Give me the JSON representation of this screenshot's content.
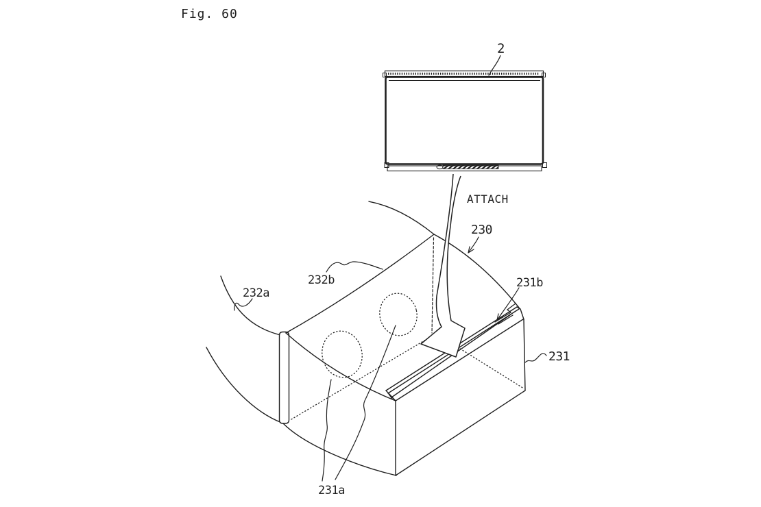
{
  "figure": {
    "caption": "Fig. 60",
    "type": "patent-line-drawing",
    "description_texts": {
      "action": "ATTACH"
    },
    "reference_numerals": {
      "device": "2",
      "goggle_body": "230",
      "holder_box": "231",
      "lens_openings": "231a",
      "slot_connector": "231b",
      "strap_band": "232a",
      "top_cover": "232b"
    },
    "colors": {
      "line": "#1f1f1f",
      "background": "#ffffff"
    }
  },
  "labels": {
    "fig": "Fig. 60",
    "ref2": "2",
    "attach": "ATTACH",
    "ref230": "230",
    "ref231": "231",
    "ref231a": "231a",
    "ref231b": "231b",
    "ref232a": "232a",
    "ref232b": "232b"
  }
}
